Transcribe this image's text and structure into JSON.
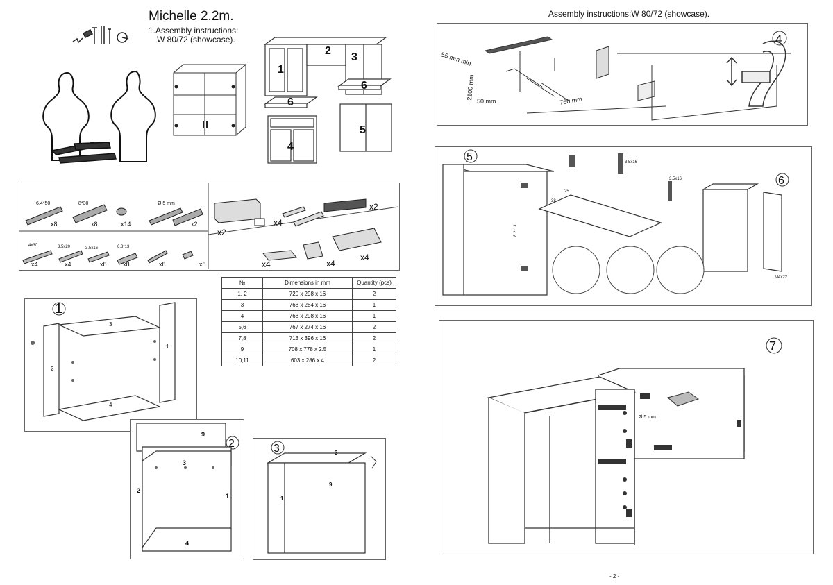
{
  "left_page": {
    "title": "Michelle 2.2m.",
    "subtitle_line1": "1.Assembly instructions:",
    "subtitle_line2": "W 80/72 (showcase).",
    "module_numbers": [
      "1",
      "2",
      "3",
      "4",
      "5",
      "6",
      "6"
    ],
    "hardware_top_left": [
      {
        "size": "6.4*50",
        "qty": "x8"
      },
      {
        "size": "8*30",
        "qty": "x8"
      },
      {
        "size": "",
        "qty": "x14"
      },
      {
        "size": "Ø 5 mm",
        "qty": "x2"
      }
    ],
    "hardware_bottom_left": [
      {
        "size": "4x30",
        "qty": "x4"
      },
      {
        "size": "3.5x20",
        "qty": "x4"
      },
      {
        "size": "3.5x16",
        "qty": "x8"
      },
      {
        "size": "6.3*13",
        "qty": "x8"
      },
      {
        "size": "",
        "qty": "x8"
      },
      {
        "size": "",
        "qty": "x8"
      }
    ],
    "hardware_right": [
      {
        "qty": "x2"
      },
      {
        "qty": "x4"
      },
      {
        "qty": "x2"
      },
      {
        "qty": "x4"
      },
      {
        "qty": "x4"
      },
      {
        "qty": "x4"
      }
    ],
    "table": {
      "headers": [
        "№",
        "Dimensions in mm",
        "Quantity  (pcs)"
      ],
      "rows": [
        [
          "1, 2",
          "720 x 298 x 16",
          "2"
        ],
        [
          "3",
          "768 x 284 x 16",
          "1"
        ],
        [
          "4",
          "768 x 298 x 16",
          "1"
        ],
        [
          "5,6",
          "767 x 274 x 16",
          "2"
        ],
        [
          "7,8",
          "713 x 396 x 16",
          "2"
        ],
        [
          "9",
          "708 x 778 x 2.5",
          "1"
        ],
        [
          "10,11",
          "603 x 286 x 4",
          "2"
        ]
      ]
    },
    "steps": {
      "s1": "1",
      "s2": "2",
      "s3": "3",
      "s1_parts": [
        "3",
        "2",
        "1",
        "4"
      ],
      "s2_parts": [
        "9",
        "3",
        "2",
        "1",
        "4"
      ],
      "s3_parts": [
        "3",
        "1",
        "9"
      ]
    }
  },
  "right_page": {
    "header": "Assembly instructions:W 80/72 (showcase).",
    "step4": {
      "num": "4",
      "d1": "55 mm min.",
      "d2": "2100 mm",
      "d3": "50 mm",
      "d4": "760 mm"
    },
    "step5": {
      "num": "5",
      "l1": "3.5x16",
      "l2": "3.5x16",
      "l3": "25",
      "l4": "38",
      "l5": "8.2*13"
    },
    "step6": {
      "num": "6",
      "l1": "M4x22"
    },
    "step7": {
      "num": "7",
      "l1": "Ø 5 mm"
    },
    "page_number": "- 2 -"
  }
}
